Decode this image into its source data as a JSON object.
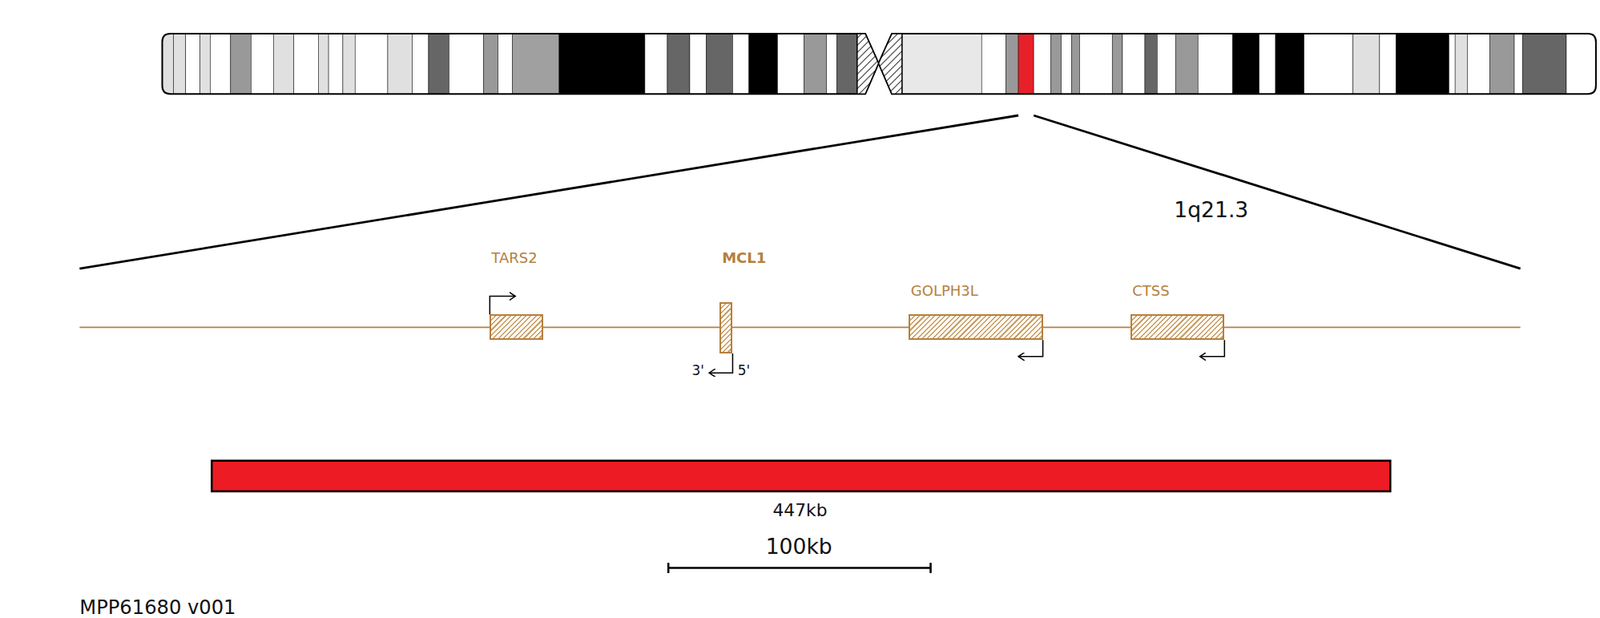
{
  "diagram": {
    "nodes": [
      {
        "text": [
          "TARS2"
        ]
      },
      {
        "text": [
          "MCL1"
        ]
      },
      {
        "text": [
          "GOLPH3L"
        ]
      },
      {
        "text": [
          "CTSS"
        ]
      }
    ],
    "labels": [
      "1q21.3",
      "3'",
      "5'",
      "447kb",
      "100kb",
      "MPP61680 v001"
    ]
  }
}
